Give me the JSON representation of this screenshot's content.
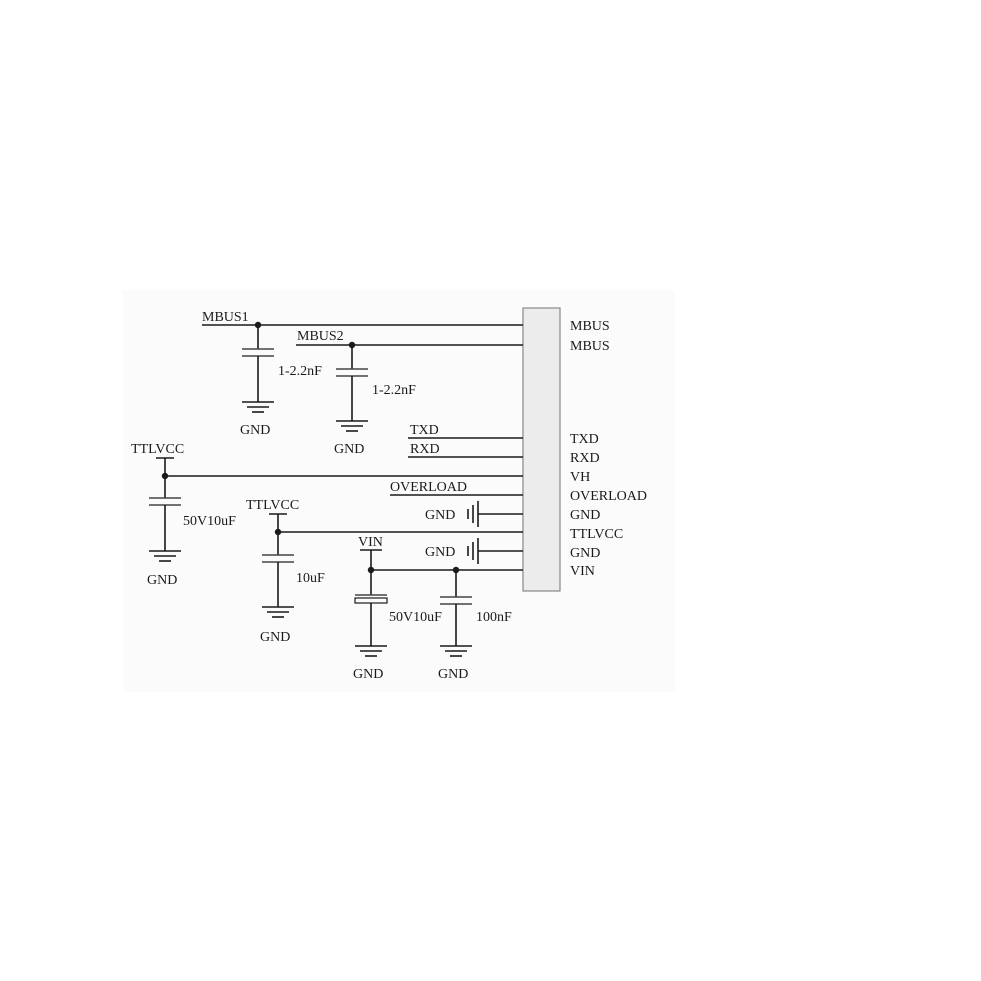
{
  "connector": {
    "pins": [
      "MBUS",
      "MBUS",
      "TXD",
      "RXD",
      "VH",
      "OVERLOAD",
      "GND",
      "TTLVCC",
      "GND",
      "VIN"
    ]
  },
  "nets": {
    "mbus1": "MBUS1",
    "mbus2": "MBUS2",
    "txd": "TXD",
    "rxd": "RXD",
    "overload": "OVERLOAD",
    "ttlvcc_left": "TTLVCC",
    "ttlvcc_mid": "TTLVCC",
    "vin": "VIN",
    "gnd_pin1": "GND",
    "gnd_pin2": "GND"
  },
  "capacitors": {
    "c_mbus1": "",
    "c_mbus2": "1-2.2nF",
    "c_mbus2_right": "1-2.2nF",
    "c_ttlvcc_left": "50V10uF",
    "c_ttlvcc_mid": "10uF",
    "c_vin_bulk": "50V10uF",
    "c_vin_bypass": "100nF"
  },
  "grounds": {
    "g1": "GND",
    "g2": "GND",
    "g3": "GND",
    "g4": "GND",
    "g5": "GND",
    "g6": "GND"
  }
}
